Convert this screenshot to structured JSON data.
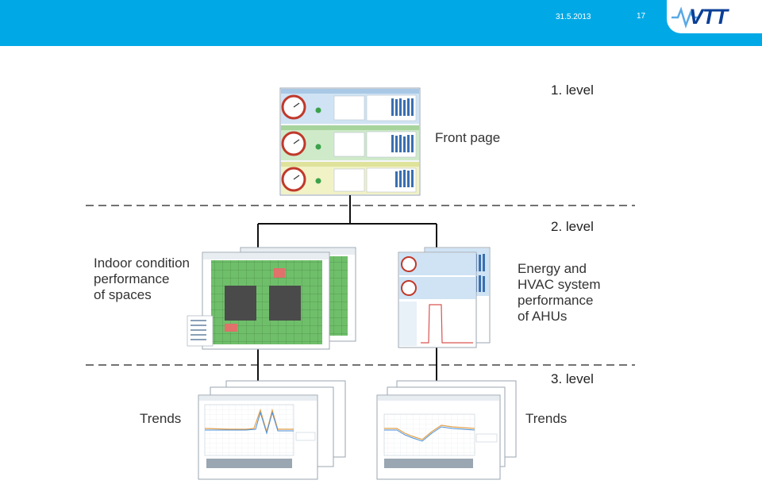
{
  "slide": {
    "date": "31.5.2013",
    "page_number": "17",
    "logo": {
      "text": "VTT",
      "color": "#0a3f96"
    },
    "header_color": "#00a9e6"
  },
  "diagram": {
    "levels": [
      "1. level",
      "2. level",
      "3. level"
    ],
    "front_page_label": "Front page",
    "indoor_label": [
      "Indoor condition",
      "performance",
      "of spaces"
    ],
    "energy_label": [
      "Energy and",
      "HVAC system",
      "performance",
      "of AHUs"
    ],
    "trends_left": "Trends",
    "trends_right": "Trends"
  }
}
